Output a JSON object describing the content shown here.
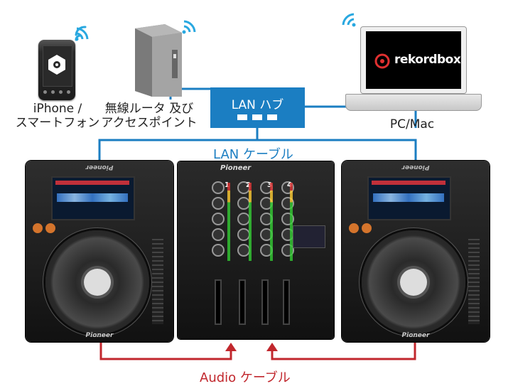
{
  "devices": {
    "smartphone": {
      "label_line1": "iPhone /",
      "label_line2": "スマートフォン"
    },
    "router": {
      "label_line1": "無線ルータ 及び",
      "label_line2": "アクセスポイント"
    },
    "computer": {
      "label": "PC/Mac",
      "screen_text": "rekordbox"
    }
  },
  "hub": {
    "label": "LAN ハブ"
  },
  "cables": {
    "lan": "LAN ケーブル",
    "audio": "Audio ケーブル"
  },
  "equipment": {
    "deck_brand": "Pioneer",
    "mixer_brand": "Pioneer",
    "mixer_channels": [
      "1",
      "2",
      "3",
      "4"
    ]
  },
  "colors": {
    "lan": "#1b7ec2",
    "audio": "#c1272d",
    "hub": "#1b7ec2"
  },
  "icons": {
    "wifi": "wifi-icon",
    "app": "rekordbox-app-icon"
  }
}
